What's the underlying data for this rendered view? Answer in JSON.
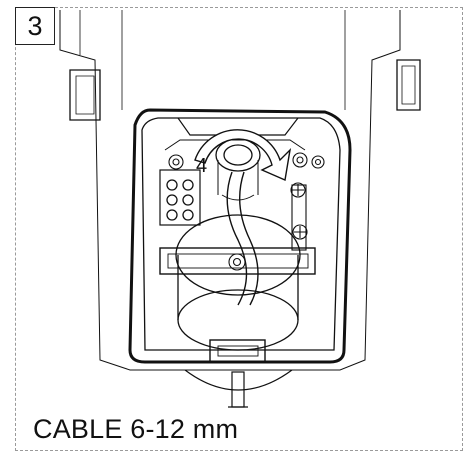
{
  "figure": {
    "step_number": "3",
    "callout_label": "4",
    "caption": "CABLE 6-12 mm"
  },
  "icons": {
    "rotation": "rotate-arrow-icon",
    "screw": "screw-icon",
    "terminal": "terminal-block-icon"
  }
}
